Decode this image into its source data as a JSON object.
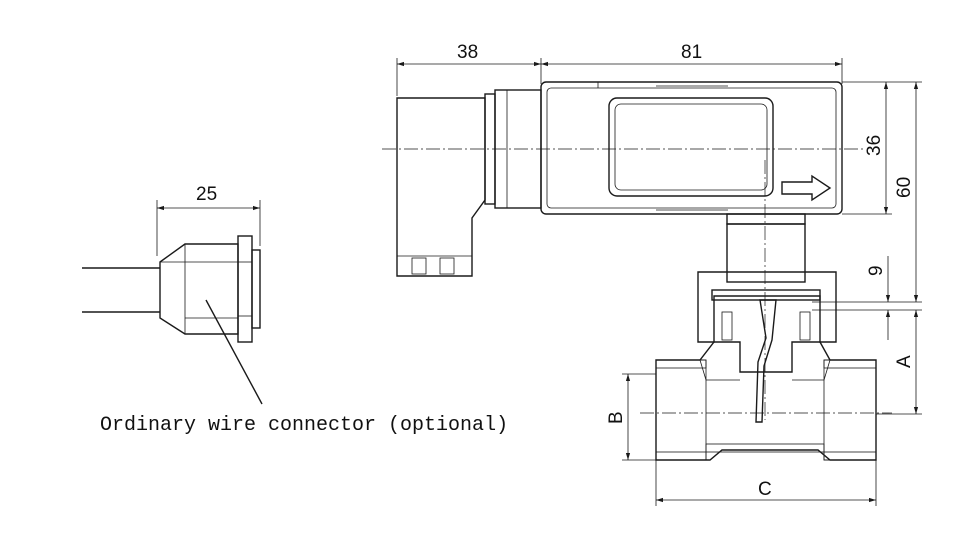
{
  "dimensions": {
    "connector_cable_width": "25",
    "head_connector_length": "38",
    "body_length": "81",
    "body_height_inner": "36",
    "total_height": "60",
    "stem_offset": "9",
    "engagement_A": "A",
    "pipe_diameter_B": "B",
    "fitting_length_C": "C"
  },
  "caption": "Ordinary wire connector (optional)"
}
